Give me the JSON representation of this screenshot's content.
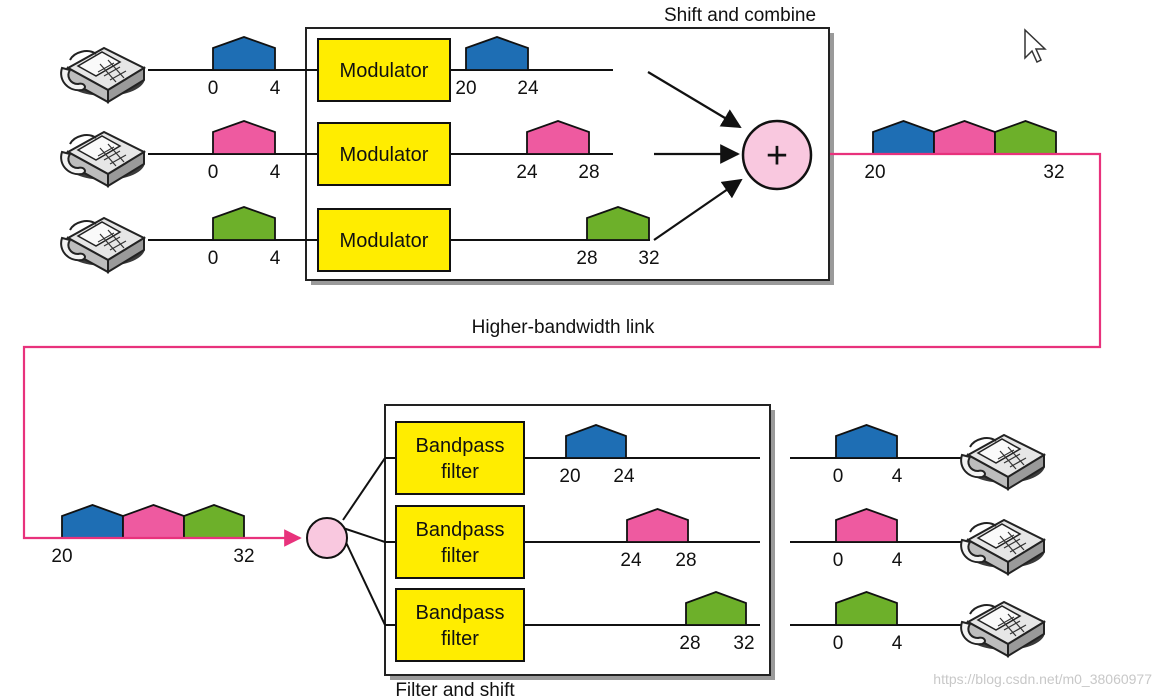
{
  "colors": {
    "blue": "#1e6eb4",
    "pink": "#ee5aa0",
    "green": "#6db02a",
    "yellow": "#ffed00",
    "link": "#e8327c",
    "combiner_fill": "#f9c8df"
  },
  "top": {
    "caption": "Shift and combine",
    "module_label": "Modulator",
    "inputs": [
      {
        "low": "0",
        "high": "4",
        "color": "blue"
      },
      {
        "low": "0",
        "high": "4",
        "color": "pink"
      },
      {
        "low": "0",
        "high": "4",
        "color": "green"
      }
    ],
    "shifted": [
      {
        "low": "20",
        "high": "24",
        "color": "blue"
      },
      {
        "low": "24",
        "high": "28",
        "color": "pink"
      },
      {
        "low": "28",
        "high": "32",
        "color": "green"
      }
    ],
    "combiner_symbol": "+",
    "combined": {
      "low": "20",
      "high": "32"
    }
  },
  "link": {
    "label": "Higher-bandwidth link"
  },
  "bottom": {
    "caption": "Filter and shift",
    "module_label_line1": "Bandpass",
    "module_label_line2": "filter",
    "received": {
      "low": "20",
      "high": "32"
    },
    "filtered": [
      {
        "low": "20",
        "high": "24",
        "color": "blue"
      },
      {
        "low": "24",
        "high": "28",
        "color": "pink"
      },
      {
        "low": "28",
        "high": "32",
        "color": "green"
      }
    ],
    "outputs": [
      {
        "low": "0",
        "high": "4",
        "color": "blue"
      },
      {
        "low": "0",
        "high": "4",
        "color": "pink"
      },
      {
        "low": "0",
        "high": "4",
        "color": "green"
      }
    ]
  },
  "watermark": "https://blog.csdn.net/m0_38060977",
  "icons": {
    "phone": "telephone-icon",
    "cursor": "cursor-icon"
  }
}
